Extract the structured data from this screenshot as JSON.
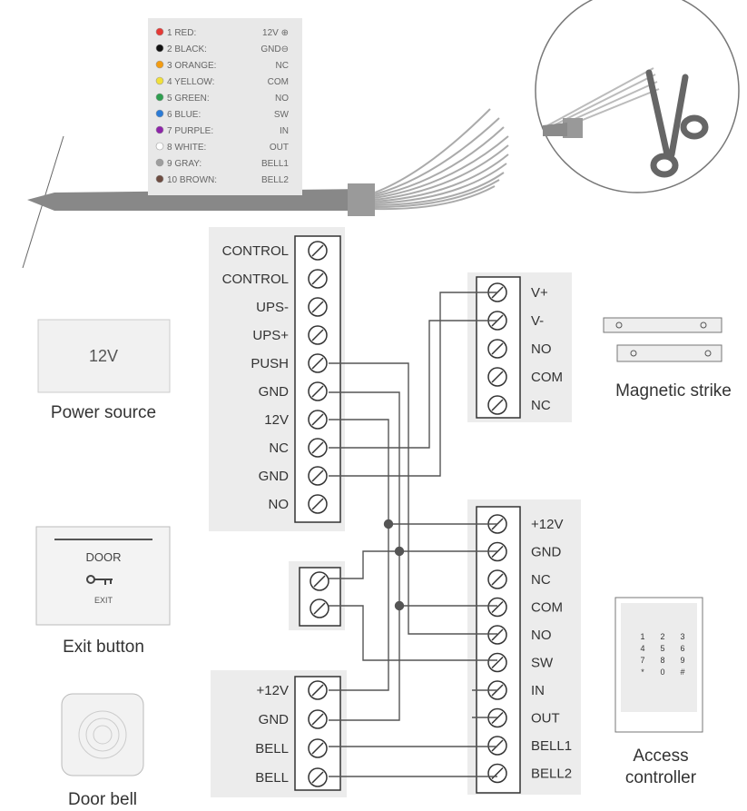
{
  "wire_legend": {
    "rows": [
      {
        "num_name": "1 RED:",
        "signal": "12V ⊕",
        "color": "#e53935"
      },
      {
        "num_name": "2 BLACK:",
        "signal": "GND⊖",
        "color": "#111111"
      },
      {
        "num_name": "3 ORANGE:",
        "signal": "NC",
        "color": "#f39c12"
      },
      {
        "num_name": "4 YELLOW:",
        "signal": "COM",
        "color": "#f1e03a"
      },
      {
        "num_name": "5 GREEN:",
        "signal": "NO",
        "color": "#2e9e4f"
      },
      {
        "num_name": "6 BLUE:",
        "signal": "SW",
        "color": "#2b7bd6"
      },
      {
        "num_name": "7 PURPLE:",
        "signal": "IN",
        "color": "#8e24aa"
      },
      {
        "num_name": "8 WHITE:",
        "signal": "OUT",
        "color": "#ffffff"
      },
      {
        "num_name": "9 GRAY:",
        "signal": "BELL1",
        "color": "#9e9e9e"
      },
      {
        "num_name": "10 BROWN:",
        "signal": "BELL2",
        "color": "#6d4c41"
      }
    ]
  },
  "power_supply_terminals": [
    "CONTROL",
    "CONTROL",
    "UPS-",
    "UPS+",
    "PUSH",
    "GND",
    "12V",
    "NC",
    "GND",
    "NO"
  ],
  "lock_terminals": [
    "V+",
    "V-",
    "NO",
    "COM",
    "NC"
  ],
  "controller_terminals": [
    "+12V",
    "GND",
    "NC",
    "COM",
    "NO",
    "SW",
    "IN",
    "OUT",
    "BELL1",
    "BELL2"
  ],
  "bell_terminals": [
    "+12V",
    "GND",
    "BELL",
    "BELL"
  ],
  "devices": {
    "power_box_text": "12V",
    "power_caption": "Power source",
    "magnetic_caption": "Magnetic strike",
    "exit_box_title": "DOOR",
    "exit_box_sub": "EXIT",
    "exit_caption": "Exit button",
    "doorbell_caption": "Door bell",
    "access_caption_line1": "Access",
    "access_caption_line2": "controller",
    "keypad_keys": [
      "1",
      "2",
      "3",
      "4",
      "5",
      "6",
      "7",
      "8",
      "9",
      "*",
      "0",
      "#"
    ]
  },
  "colors": {
    "panel_bg": "#ececec",
    "wire": "#555555",
    "cable": "#8a8a8a"
  }
}
